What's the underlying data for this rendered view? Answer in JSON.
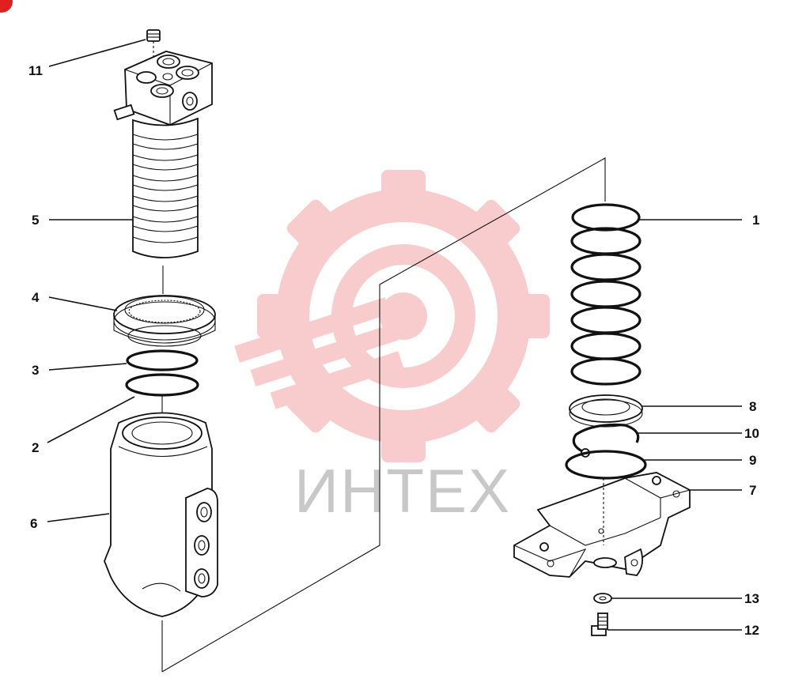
{
  "watermark": {
    "text": "ИНТЕХ",
    "color": "#e84a4a"
  },
  "callouts": [
    {
      "id": "1",
      "label": "1"
    },
    {
      "id": "2",
      "label": "2"
    },
    {
      "id": "3",
      "label": "3"
    },
    {
      "id": "4",
      "label": "4"
    },
    {
      "id": "5",
      "label": "5"
    },
    {
      "id": "6",
      "label": "6"
    },
    {
      "id": "7",
      "label": "7"
    },
    {
      "id": "8",
      "label": "8"
    },
    {
      "id": "9",
      "label": "9"
    },
    {
      "id": "10",
      "label": "10"
    },
    {
      "id": "11",
      "label": "11"
    },
    {
      "id": "12",
      "label": "12"
    },
    {
      "id": "13",
      "label": "13"
    }
  ]
}
